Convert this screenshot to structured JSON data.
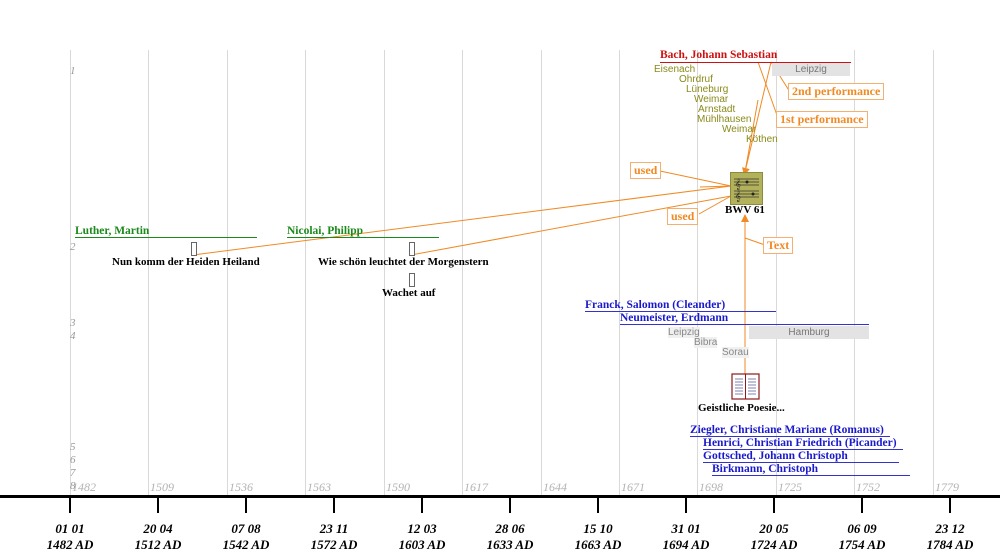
{
  "timeline": {
    "year_labels": [
      "1482",
      "1509",
      "1536",
      "1563",
      "1590",
      "1617",
      "1644",
      "1671",
      "1698",
      "1725",
      "1752",
      "1779"
    ],
    "row_labels": [
      "1",
      "2",
      "3",
      "4",
      "5",
      "6",
      "7",
      "8"
    ],
    "axis_ticks": [
      {
        "day": "01 01",
        "year": "1482 AD"
      },
      {
        "day": "20 04",
        "year": "1512 AD"
      },
      {
        "day": "07 08",
        "year": "1542 AD"
      },
      {
        "day": "23 11",
        "year": "1572 AD"
      },
      {
        "day": "12 03",
        "year": "1603 AD"
      },
      {
        "day": "28 06",
        "year": "1633 AD"
      },
      {
        "day": "15 10",
        "year": "1663 AD"
      },
      {
        "day": "31 01",
        "year": "1694 AD"
      },
      {
        "day": "20 05",
        "year": "1724 AD"
      },
      {
        "day": "06 09",
        "year": "1754 AD"
      },
      {
        "day": "23 12",
        "year": "1784 AD"
      }
    ]
  },
  "persons": {
    "bach": "Bach, Johann Sebastian",
    "luther": "Luther, Martin",
    "nicolai": "Nicolai, Philipp",
    "franck": "Franck, Salomon (Cleander)",
    "neumeister": "Neumeister, Erdmann",
    "ziegler": "Ziegler, Christiane Mariane (Romanus)",
    "henrici": "Henrici, Christian Friedrich (Picander)",
    "gottsched": "Gottsched, Johann Christoph",
    "birkmann": "Birkmann, Christoph"
  },
  "places": {
    "bach": [
      "Eisenach",
      "Ohrdruf",
      "Lüneburg",
      "Weimar",
      "Arnstadt",
      "Mühlhausen",
      "Weimar",
      "Köthen"
    ],
    "leipzig": "Leipzig",
    "neumeister": [
      "Leipzig",
      "Bibra",
      "Sorau"
    ],
    "hamburg": "Hamburg"
  },
  "works": {
    "bwv61": "BWV 61",
    "nun_komm": "Nun komm der Heiden Heiland",
    "wie_schoen": "Wie schön leuchtet der Morgenstern",
    "wachet": "Wachet auf",
    "geistliche": "Geistliche Poesie..."
  },
  "relations": {
    "used1": "used",
    "used2": "used",
    "text": "Text",
    "perf1": "1st performance",
    "perf2": "2nd performance"
  },
  "colors": {
    "green": "#1a8a1a",
    "red": "#cc1111",
    "blue": "#1a1acc",
    "orange": "#f08a24",
    "grid": "#d9d9d9"
  },
  "icons": {
    "score": "music-score-icon",
    "book": "book-icon"
  }
}
